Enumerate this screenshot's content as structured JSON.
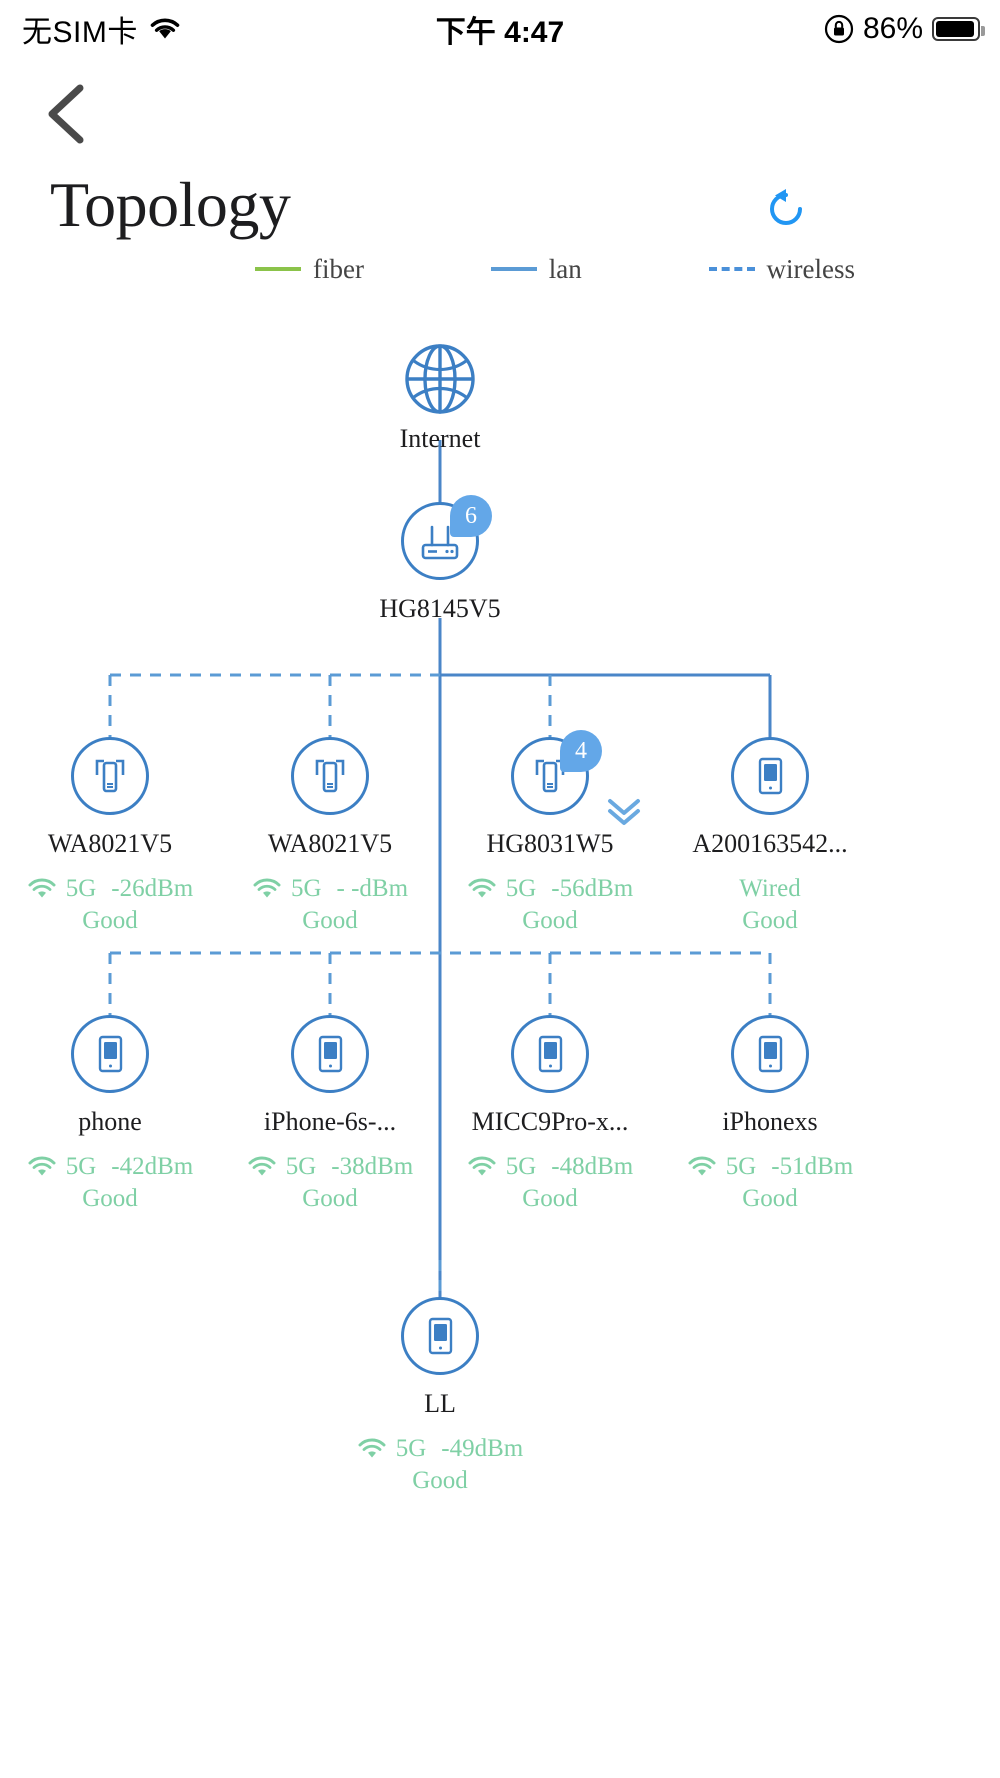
{
  "statusbar": {
    "carrier": "无SIM卡",
    "wifi_icon": "wifi-icon",
    "time": "下午 4:47",
    "lock_icon": "rotation-lock-icon",
    "battery_percent": "86%",
    "battery_icon": "battery-icon"
  },
  "header": {
    "back_icon": "back-chevron-icon",
    "title": "Topology",
    "refresh_icon": "refresh-icon"
  },
  "legend": [
    {
      "label": "fiber",
      "style": "solid",
      "color": "#8bc34a"
    },
    {
      "label": "lan",
      "style": "solid",
      "color": "#5b9bd5"
    },
    {
      "label": "wireless",
      "style": "dashed",
      "color": "#4a90d9"
    }
  ],
  "topology": {
    "internet": {
      "label": "Internet",
      "icon": "globe-icon"
    },
    "gateway": {
      "label": "HG8145V5",
      "icon": "router-icon",
      "badge": "6",
      "link": "lan"
    },
    "expander_icon": "chevron-double-down-icon",
    "row1": [
      {
        "label": "WA8021V5",
        "icon": "repeater-icon",
        "badge": "",
        "link": "wireless",
        "band": "5G",
        "rssi": "-26dBm",
        "quality": "Good",
        "wifi_icon": "wifi-signal-icon",
        "wired": ""
      },
      {
        "label": "WA8021V5",
        "icon": "repeater-icon",
        "badge": "",
        "link": "wireless",
        "band": "5G",
        "rssi": "- -dBm",
        "quality": "Good",
        "wifi_icon": "wifi-signal-icon",
        "wired": ""
      },
      {
        "label": "HG8031W5",
        "icon": "repeater-icon",
        "badge": "4",
        "link": "wireless",
        "band": "5G",
        "rssi": "-56dBm",
        "quality": "Good",
        "wifi_icon": "wifi-signal-icon",
        "wired": ""
      },
      {
        "label": "A200163542...",
        "icon": "phone-icon",
        "badge": "",
        "link": "lan",
        "band": "",
        "rssi": "",
        "quality": "Good",
        "wifi_icon": "",
        "wired": "Wired"
      }
    ],
    "row2": [
      {
        "label": "phone",
        "icon": "phone-icon",
        "badge": "",
        "link": "wireless",
        "band": "5G",
        "rssi": "-42dBm",
        "quality": "Good",
        "wifi_icon": "wifi-signal-icon",
        "wired": ""
      },
      {
        "label": "iPhone-6s-...",
        "icon": "phone-icon",
        "badge": "",
        "link": "wireless",
        "band": "5G",
        "rssi": "-38dBm",
        "quality": "Good",
        "wifi_icon": "wifi-signal-icon",
        "wired": ""
      },
      {
        "label": "MICC9Pro-x...",
        "icon": "phone-icon",
        "badge": "",
        "link": "wireless",
        "band": "5G",
        "rssi": "-48dBm",
        "quality": "Good",
        "wifi_icon": "wifi-signal-icon",
        "wired": ""
      },
      {
        "label": "iPhonexs",
        "icon": "phone-icon",
        "badge": "",
        "link": "wireless",
        "band": "5G",
        "rssi": "-51dBm",
        "quality": "Good",
        "wifi_icon": "wifi-signal-icon",
        "wired": ""
      }
    ],
    "row3": [
      {
        "label": "LL",
        "icon": "phone-icon",
        "badge": "",
        "link": "wireless",
        "band": "5G",
        "rssi": "-49dBm",
        "quality": "Good",
        "wifi_icon": "wifi-signal-icon",
        "wired": ""
      }
    ]
  },
  "colors": {
    "node_stroke": "#3c7fc4",
    "lan_line": "#4a86c8",
    "wireless_line": "#5b9bd5",
    "badge_bg": "#63a7e8",
    "status_green": "#7fd0a5"
  }
}
